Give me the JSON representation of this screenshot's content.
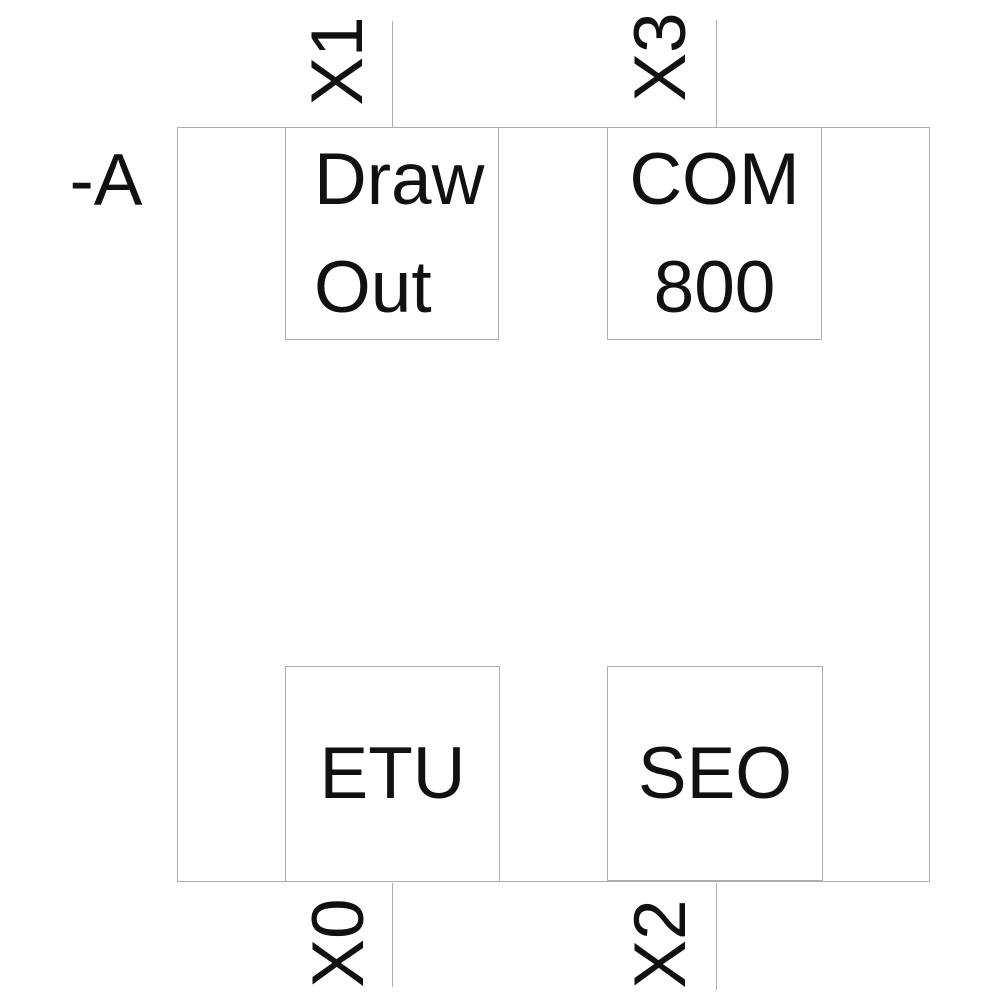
{
  "diagram": {
    "device_label": "-A",
    "terminals": [
      {
        "id": "X1",
        "position": "top-left"
      },
      {
        "id": "X3",
        "position": "top-right"
      },
      {
        "id": "X0",
        "position": "bottom-left"
      },
      {
        "id": "X2",
        "position": "bottom-right"
      }
    ],
    "blocks": [
      {
        "name": "draw-out",
        "line1": "Draw",
        "line2": "Out"
      },
      {
        "name": "com-800",
        "line1": "COM",
        "line2": "800"
      },
      {
        "name": "etu",
        "line1": "ETU"
      },
      {
        "name": "seo",
        "line1": "SEO"
      }
    ],
    "colors": {
      "line": "#adadad",
      "text": "#111111",
      "background": "#ffffff"
    }
  }
}
